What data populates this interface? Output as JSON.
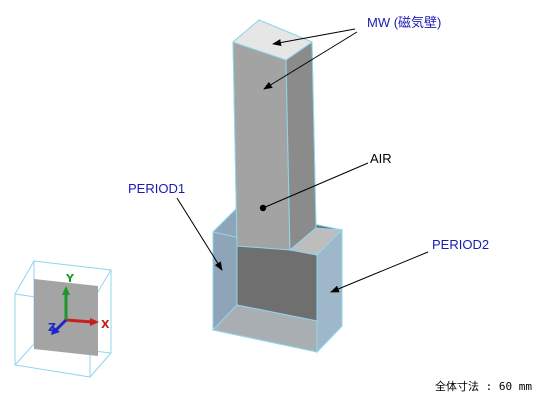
{
  "labels": {
    "mw": "MW (磁気壁)",
    "air": "AIR",
    "period1": "PERIOD1",
    "period2": "PERIOD2",
    "dimension": "全体寸法 : 60 mm"
  },
  "triad": {
    "x": "X",
    "y": "Y",
    "z": "Z"
  },
  "colors": {
    "label_blue": "#1a1ab4",
    "edge_cyan": "#8fd6ec",
    "axis_x": "#c81e1e",
    "axis_y": "#1e9628",
    "axis_z": "#1e28c8"
  }
}
